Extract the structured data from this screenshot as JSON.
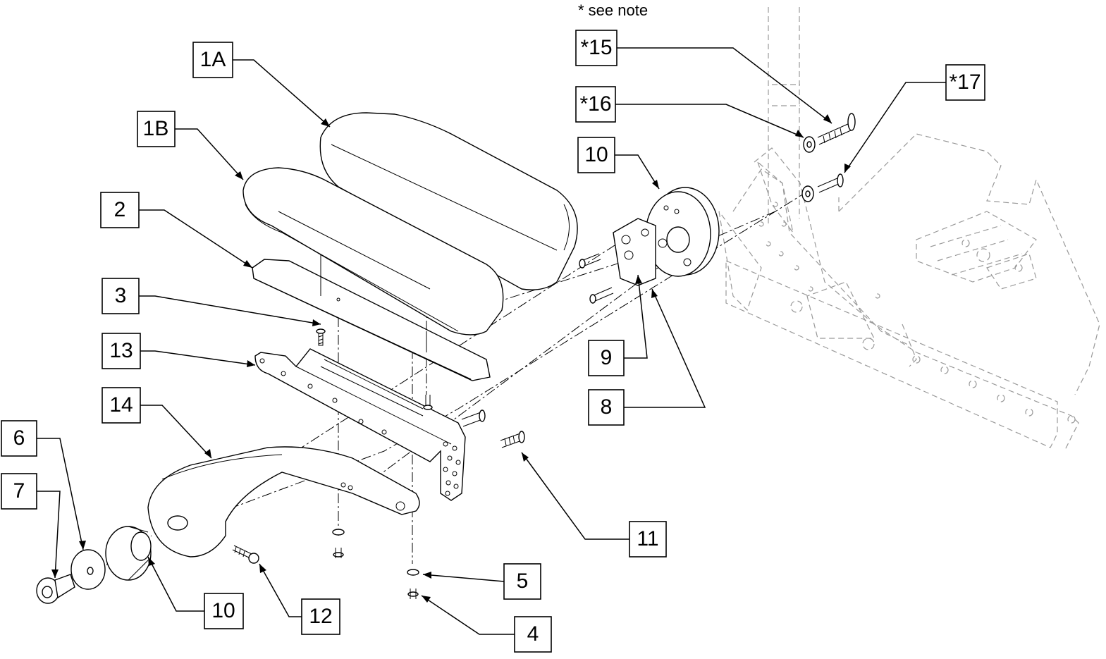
{
  "note": "* see note",
  "callouts": [
    {
      "id": "1A",
      "label": "1A"
    },
    {
      "id": "1B",
      "label": "1B"
    },
    {
      "id": "2",
      "label": "2"
    },
    {
      "id": "3",
      "label": "3"
    },
    {
      "id": "13",
      "label": "13"
    },
    {
      "id": "14",
      "label": "14"
    },
    {
      "id": "6",
      "label": "6"
    },
    {
      "id": "7",
      "label": "7"
    },
    {
      "id": "10-bottom",
      "label": "10"
    },
    {
      "id": "12",
      "label": "12"
    },
    {
      "id": "5",
      "label": "5"
    },
    {
      "id": "4",
      "label": "4"
    },
    {
      "id": "11",
      "label": "11"
    },
    {
      "id": "9",
      "label": "9"
    },
    {
      "id": "8",
      "label": "8"
    },
    {
      "id": "10-top",
      "label": "10"
    },
    {
      "id": "15",
      "label": "*15"
    },
    {
      "id": "16",
      "label": "*16"
    },
    {
      "id": "17",
      "label": "*17"
    }
  ]
}
